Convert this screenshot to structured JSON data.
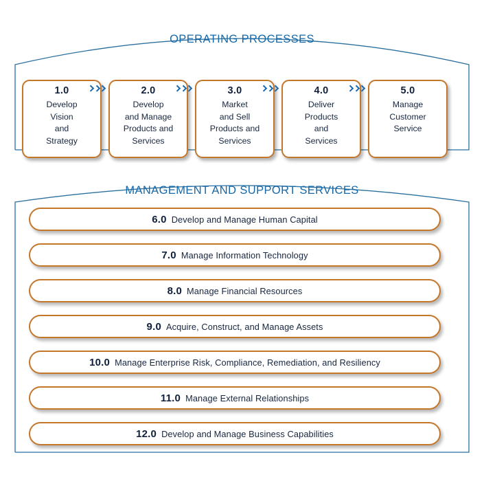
{
  "colors": {
    "arch_outline": "#2a6f9e",
    "title_blue": "#1668a8",
    "box_border_orange": "#c4772b",
    "box_fill": "#ffffff",
    "text_dark": "#17263f",
    "connector_blue": "#1a69ad",
    "page_background": "#ffffff"
  },
  "operating": {
    "title": "OPERATING PROCESSES",
    "boxes": [
      {
        "number": "1.0",
        "lines": [
          "Develop",
          "Vision",
          "and",
          "Strategy"
        ]
      },
      {
        "number": "2.0",
        "lines": [
          "Develop",
          "and Manage",
          "Products and",
          "Services"
        ]
      },
      {
        "number": "3.0",
        "lines": [
          "Market",
          "and Sell",
          "Products and",
          "Services"
        ]
      },
      {
        "number": "4.0",
        "lines": [
          "Deliver",
          "Products",
          "and",
          "Services"
        ]
      },
      {
        "number": "5.0",
        "lines": [
          "Manage",
          "Customer",
          "Service"
        ]
      }
    ],
    "connector_icon": "chevron-right-icon"
  },
  "management": {
    "title": "MANAGEMENT AND SUPPORT SERVICES",
    "rows": [
      {
        "number": "6.0",
        "label": "Develop and Manage Human Capital"
      },
      {
        "number": "7.0",
        "label": "Manage Information Technology"
      },
      {
        "number": "8.0",
        "label": "Manage Financial Resources"
      },
      {
        "number": "9.0",
        "label": "Acquire, Construct, and Manage Assets"
      },
      {
        "number": "10.0",
        "label": "Manage Enterprise Risk, Compliance, Remediation, and Resiliency"
      },
      {
        "number": "11.0",
        "label": "Manage External Relationships"
      },
      {
        "number": "12.0",
        "label": "Develop and Manage Business Capabilities"
      }
    ]
  }
}
